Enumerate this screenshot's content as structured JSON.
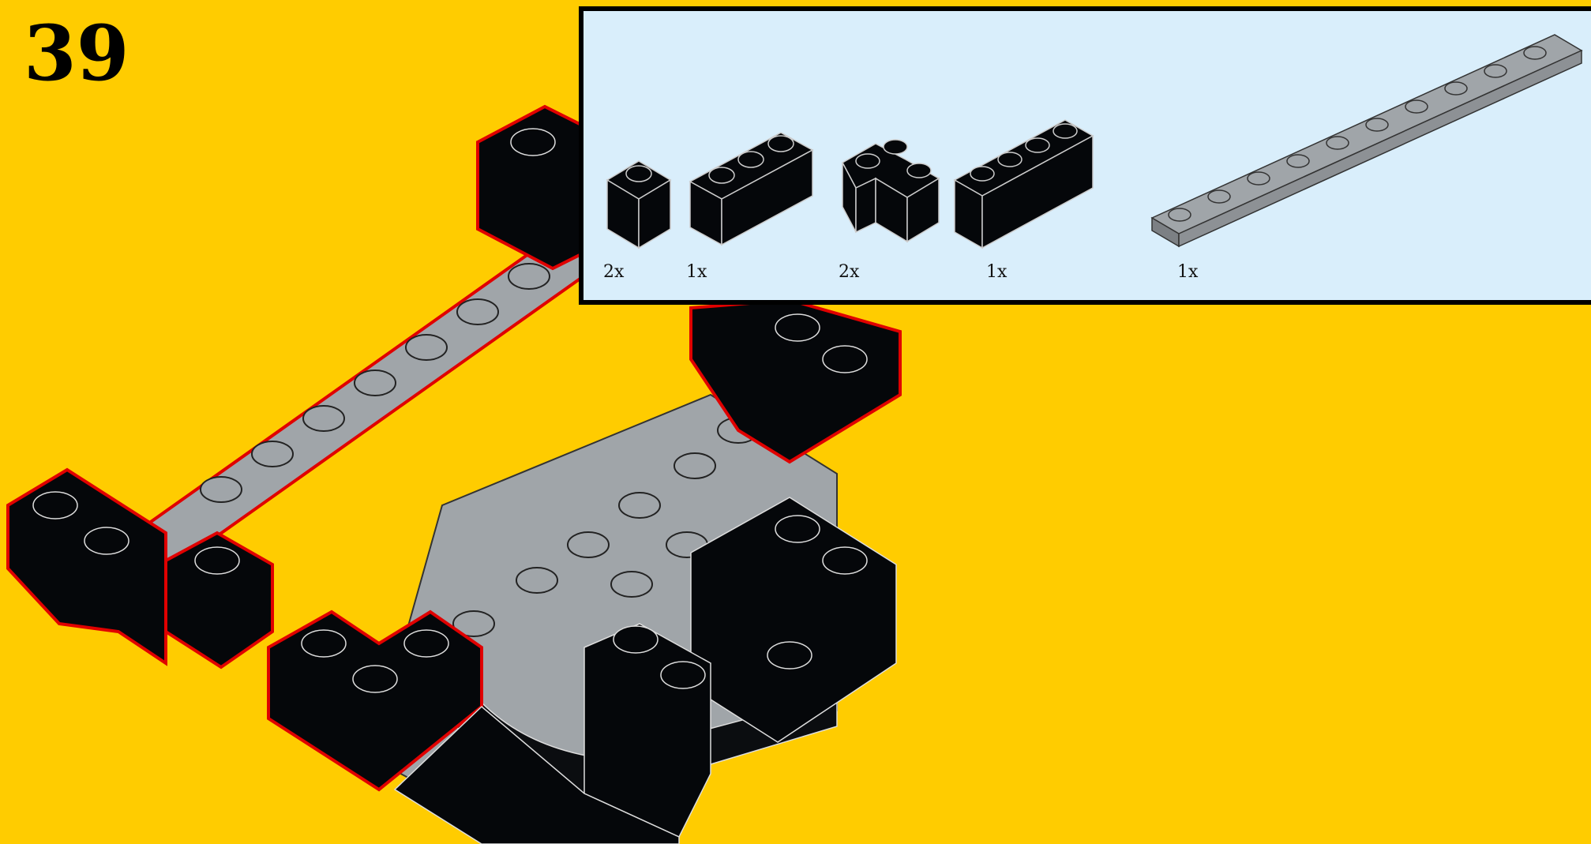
{
  "step": {
    "number": "39"
  },
  "parts_list": {
    "items": [
      {
        "name": "brick-1x1-icon",
        "color": "#05070a",
        "quantity": "2x"
      },
      {
        "name": "brick-1x3-icon",
        "color": "#05070a",
        "quantity": "1x"
      },
      {
        "name": "brick-corner-icon",
        "color": "#05070a",
        "quantity": "2x"
      },
      {
        "name": "brick-1x4-icon",
        "color": "#05070a",
        "quantity": "1x"
      },
      {
        "name": "plate-1x10-icon",
        "color": "#A0A5A9",
        "quantity": "1x"
      }
    ]
  },
  "colors": {
    "page_background": "#FFCC00",
    "callout_background": "#D9EEFB",
    "brick_black": "#05070a",
    "plate_gray": "#A0A5A9",
    "new_part_highlight": "#E00000"
  }
}
